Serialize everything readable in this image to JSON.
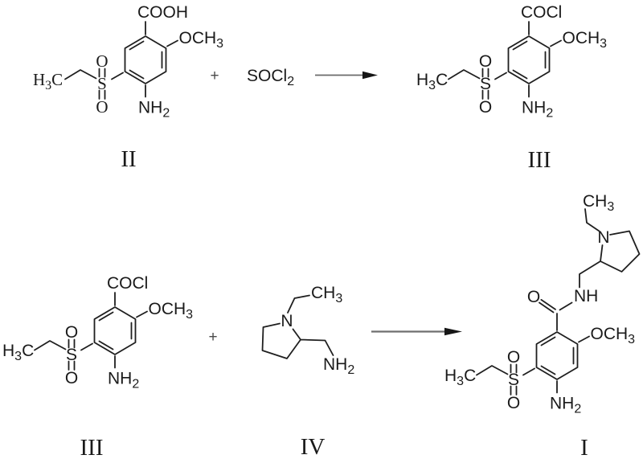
{
  "reaction_scheme": {
    "type": "two-step organic synthesis",
    "steps": [
      {
        "reactants": [
          "II",
          "SOCl2"
        ],
        "operator": "+",
        "product": "III"
      },
      {
        "reactants": [
          "III",
          "IV"
        ],
        "operator": "+",
        "product": "I"
      }
    ]
  },
  "text": {
    "plus": "+",
    "reagent_socl2": {
      "main": "SOCl",
      "sub": "2"
    },
    "compound_labels": {
      "II": "II",
      "III": "III",
      "IV": "IV",
      "I": "I"
    },
    "atoms": {
      "cooh": "COOH",
      "cocl": "COCl",
      "och": "OCH",
      "nh": "NH",
      "ch": "CH",
      "h": "H",
      "c": "C",
      "s": "S",
      "o": "O",
      "n": "N",
      "sub2": "2",
      "sub3": "3"
    }
  }
}
